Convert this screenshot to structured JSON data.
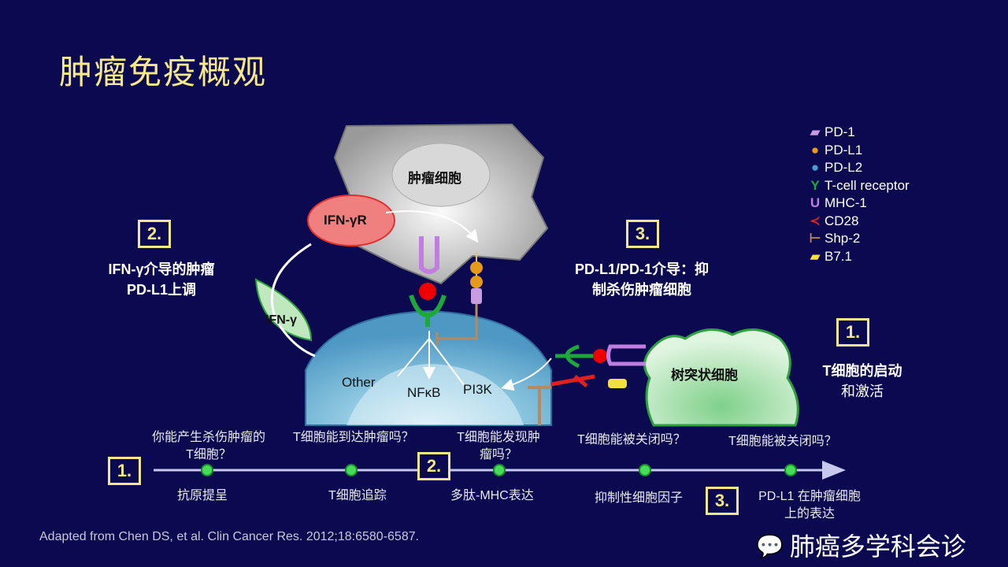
{
  "title": "肿瘤免疫概观",
  "cells": {
    "tumor": "肿瘤细胞",
    "dendritic": "树突状细胞",
    "ifn_r": "IFN-γR",
    "ifn": "IFN-γ"
  },
  "pathways": {
    "other": "Other",
    "nfkb": "NFκB",
    "pi3k": "PI3K"
  },
  "steps": [
    {
      "num": "2.",
      "text1": "IFN-γ介导的肿瘤",
      "text2": "PD-L1上调"
    },
    {
      "num": "3.",
      "text1": "PD-L1/PD-1介导：抑",
      "text2": "制杀伤肿瘤细胞"
    },
    {
      "num": "1.",
      "text1": "T细胞的启动",
      "text2": "和激活"
    }
  ],
  "legend": [
    {
      "label": "PD-1",
      "color": "#c99be0"
    },
    {
      "label": "PD-L1",
      "color": "#e59a1c"
    },
    {
      "label": "PD-L2",
      "color": "#4a9bd0"
    },
    {
      "label": "T-cell receptor",
      "color": "#1fa83a"
    },
    {
      "label": "MHC-1",
      "color": "#c07fe0"
    },
    {
      "label": "CD28",
      "color": "#e02020"
    },
    {
      "label": "Shp-2",
      "color": "#b8895a"
    },
    {
      "label": "B7.1",
      "color": "#f0e040"
    }
  ],
  "timeline": {
    "questions": [
      "你能产生杀伤肿瘤的\nT细胞？",
      "T细胞能到达肿瘤吗？",
      "T细胞能发现肿\n瘤吗？",
      "T细胞能被关闭吗？",
      "T细胞能被关闭吗？"
    ],
    "q": [
      "你能产生杀伤肿瘤的",
      "T细胞？",
      "T细胞能到达肿瘤吗？",
      "T细胞能发现肿",
      "瘤吗？",
      "T细胞能被关闭吗？",
      "T细胞能被关闭吗？"
    ],
    "labels": [
      "抗原提呈",
      "T细胞追踪",
      "多肽-MHC表达",
      "抑制性细胞因子",
      "PD-L1 在肿瘤细胞",
      "上的表达"
    ],
    "markers": [
      "1.",
      "2.",
      "3."
    ]
  },
  "credit": "Adapted from Chen DS, et al. Clin Cancer Res. 2012;18:6580-6587.",
  "watermark": "肺癌多学科会诊"
}
